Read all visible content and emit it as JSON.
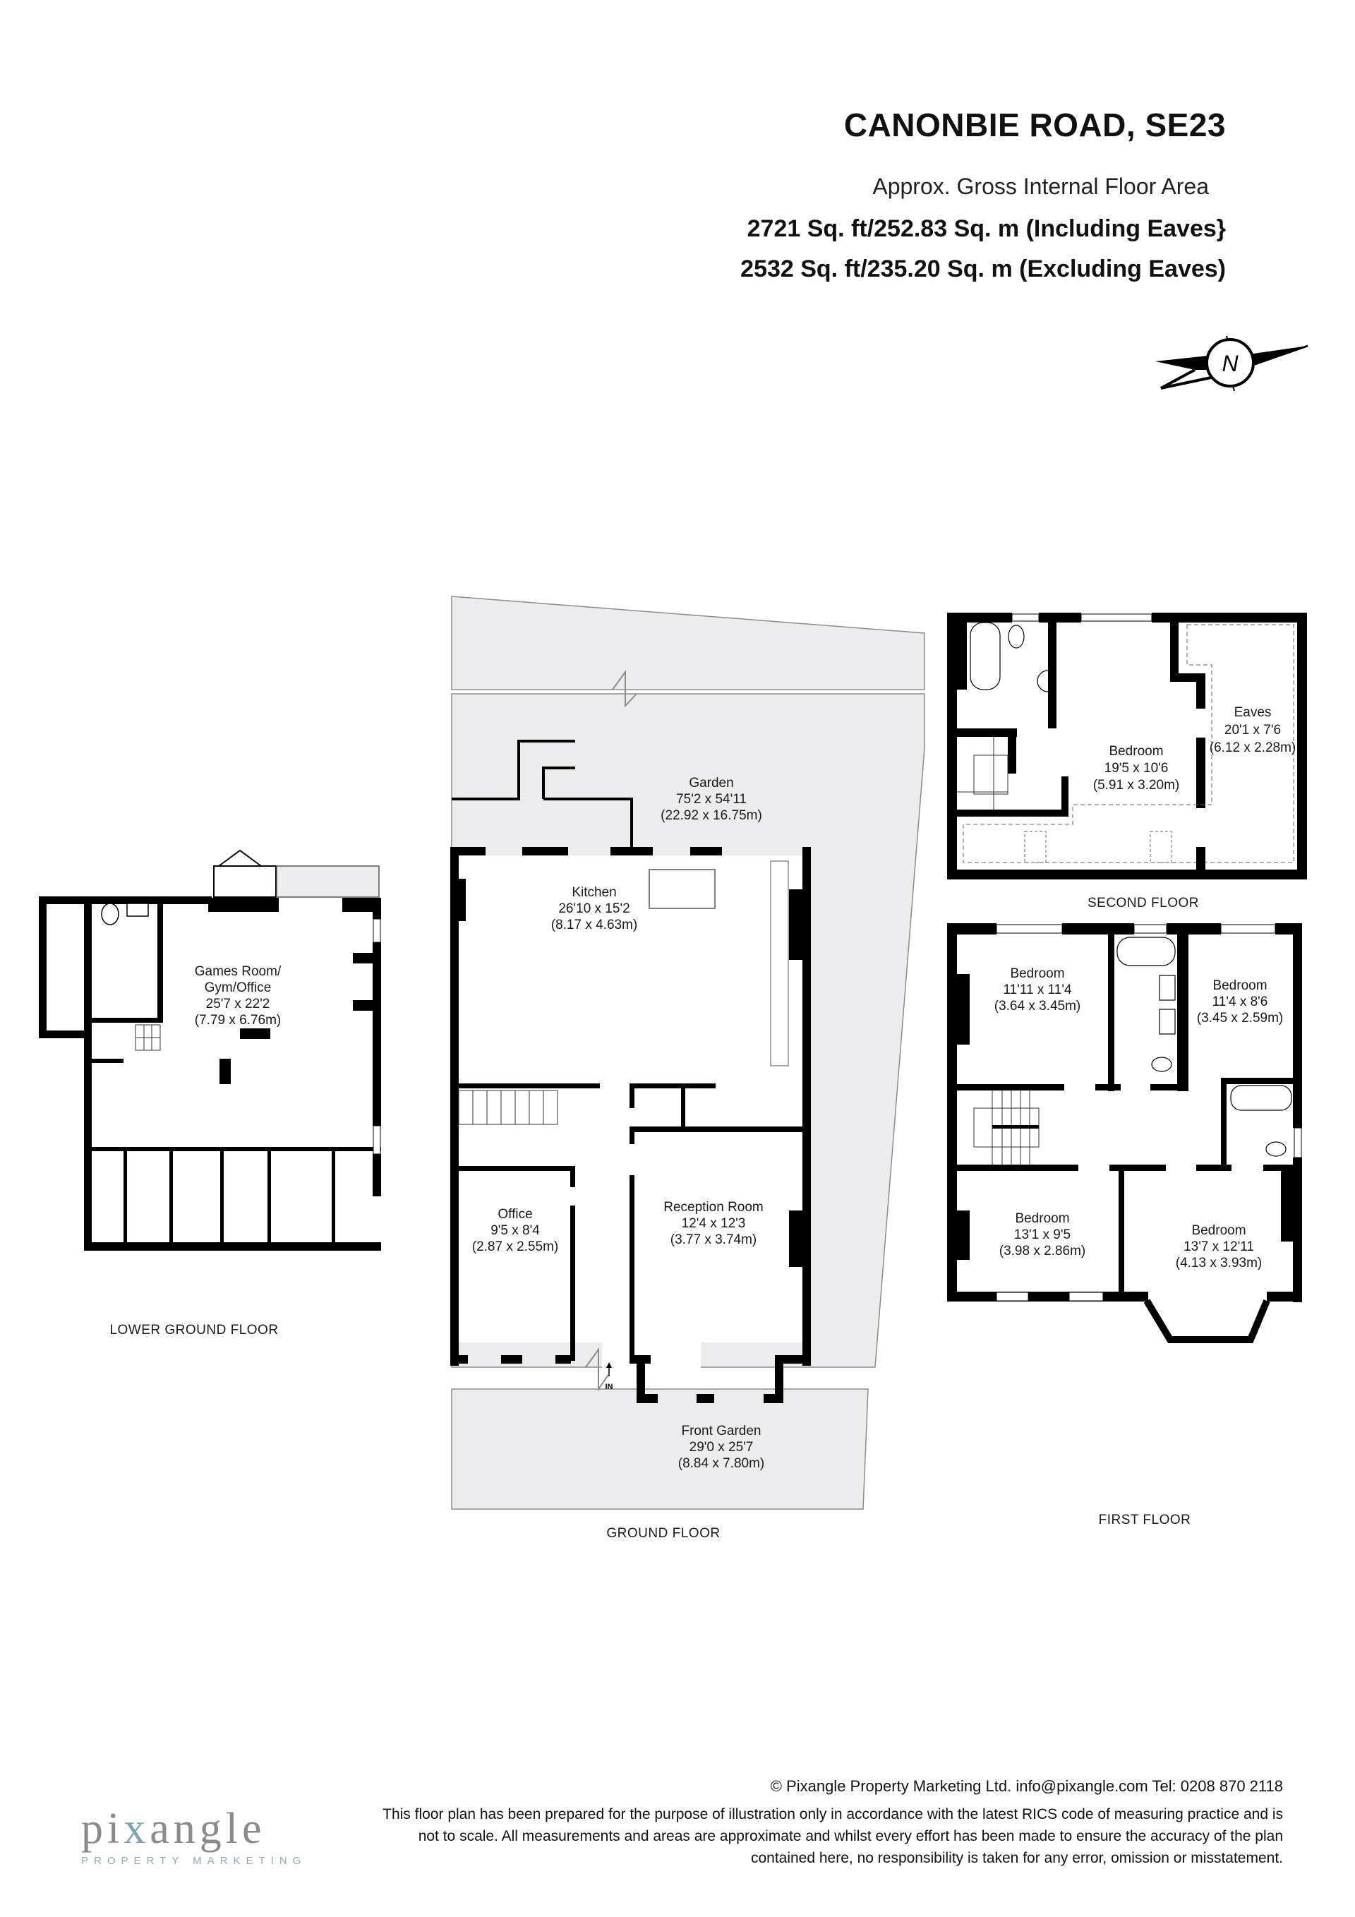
{
  "header": {
    "title": "CANONBIE ROAD, SE23",
    "subtitle": "Approx. Gross Internal Floor Area",
    "area_including": "2721 Sq. ft/252.83 Sq. m (Including Eaves}",
    "area_excluding": "2532 Sq. ft/235.20 Sq. m (Excluding Eaves)"
  },
  "compass": {
    "label": "N",
    "icon": "north-arrow-icon"
  },
  "floors": {
    "lower_ground": {
      "name": "LOWER GROUND FLOOR",
      "rooms": [
        {
          "name": "Games Room/",
          "name2": "Gym/Office",
          "imperial": "25'7 x 22'2",
          "metric": "(7.79 x 6.76m)"
        }
      ]
    },
    "ground": {
      "name": "GROUND FLOOR",
      "entrance": "IN",
      "rooms": [
        {
          "name": "Garden",
          "imperial": "75'2 x 54'11",
          "metric": "(22.92 x 16.75m)"
        },
        {
          "name": "Kitchen",
          "imperial": "26'10 x 15'2",
          "metric": "(8.17 x 4.63m)"
        },
        {
          "name": "Office",
          "imperial": "9'5 x 8'4",
          "metric": "(2.87 x 2.55m)"
        },
        {
          "name": "Reception Room",
          "imperial": "12'4 x 12'3",
          "metric": "(3.77 x 3.74m)"
        },
        {
          "name": "Front Garden",
          "imperial": "29'0 x 25'7",
          "metric": "(8.84 x 7.80m)"
        }
      ]
    },
    "second": {
      "name": "SECOND FLOOR",
      "rooms": [
        {
          "name": "Bedroom",
          "imperial": "19'5 x 10'6",
          "metric": "(5.91 x 3.20m)"
        },
        {
          "name": "Eaves",
          "imperial": "20'1 x 7'6",
          "metric": "(6.12 x 2.28m)"
        }
      ]
    },
    "first": {
      "name": "FIRST FLOOR",
      "rooms": [
        {
          "name": "Bedroom",
          "imperial": "11'11 x 11'4",
          "metric": "(3.64 x 3.45m)"
        },
        {
          "name": "Bedroom",
          "imperial": "11'4 x 8'6",
          "metric": "(3.45 x 2.59m)"
        },
        {
          "name": "Bedroom",
          "imperial": "13'1 x 9'5",
          "metric": "(3.98 x 2.86m)"
        },
        {
          "name": "Bedroom",
          "imperial": "13'7 x 12'11",
          "metric": "(4.13 x 3.93m)"
        }
      ]
    }
  },
  "footer": {
    "copyright": "© Pixangle Property Marketing Ltd. info@pixangle.com Tel: 0208 870 2118",
    "disclaimer_1": "This floor plan has been prepared for the purpose of illustration only in accordance with the latest RICS code of measuring practice and is",
    "disclaimer_2": "not to scale. All measurements and areas are approximate and whilst every effort has been made to ensure the accuracy of the plan",
    "disclaimer_3": "contained here, no responsibility is taken for any error, omission or misstatement.",
    "logo_word_a": "pi",
    "logo_word_x": "x",
    "logo_word_b": "angle",
    "logo_tagline": "PROPERTY MARKETING"
  },
  "colors": {
    "wall": "#000000",
    "garden": "#ececee",
    "garden_edge": "#8c8c8c",
    "logo_accent": "#7fa3b3"
  }
}
